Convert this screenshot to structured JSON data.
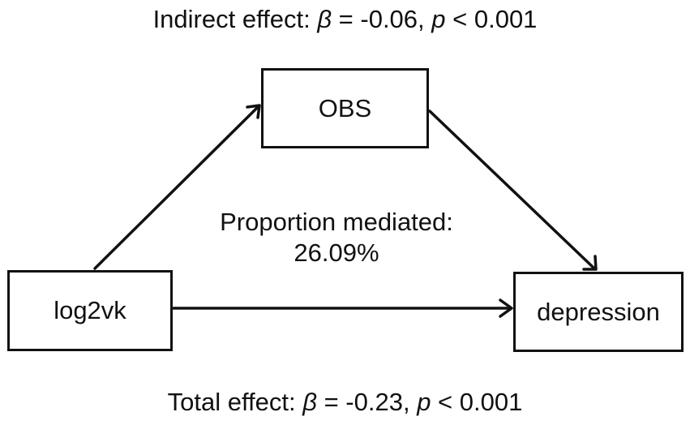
{
  "indirect_effect": {
    "label": "Indirect effect: ",
    "beta_symbol": "β",
    "beta_text": " = -0.06, ",
    "p_symbol": "p",
    "p_text": " < 0.001"
  },
  "total_effect": {
    "label": "Total effect: ",
    "beta_symbol": "β",
    "beta_text": " = -0.23, ",
    "p_symbol": "p",
    "p_text": " < 0.001"
  },
  "nodes": {
    "mediator": "OBS",
    "exposure": "log2vk",
    "outcome": "depression"
  },
  "proportion": {
    "label": "Proportion mediated:",
    "value": "26.09%"
  },
  "colors": {
    "stroke": "#111111",
    "background": "#ffffff"
  }
}
